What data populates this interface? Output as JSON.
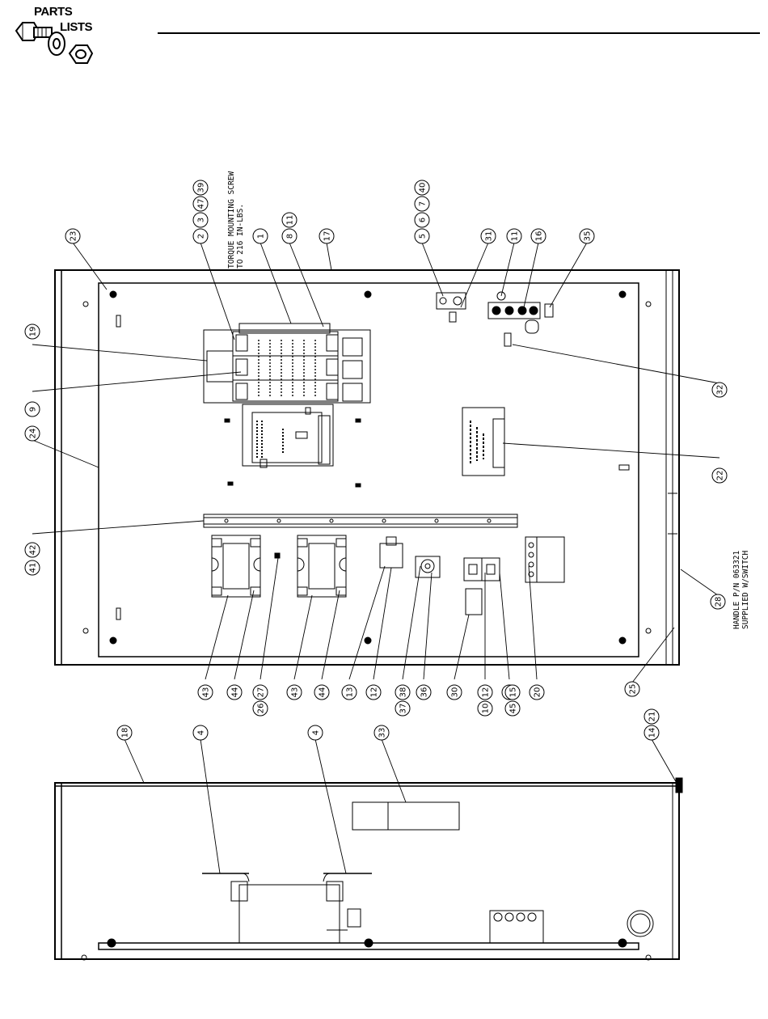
{
  "header": {
    "logo_line1": "PARTS",
    "logo_line2": "LISTS"
  },
  "notes": {
    "torque_line1": "TORQUE MOUNTING SCREW",
    "torque_line2": "TO 216 IN-LBS.",
    "handle_line1": "HANDLE P/N 063321",
    "handle_line2": "SUPPLIED W/SWITCH"
  },
  "callouts": [
    {
      "id": "c-2",
      "label": "2"
    },
    {
      "id": "c-3",
      "label": "3"
    },
    {
      "id": "c-47",
      "label": "47"
    },
    {
      "id": "c-39",
      "label": "39"
    },
    {
      "id": "c-1",
      "label": "1"
    },
    {
      "id": "c-8",
      "label": "8"
    },
    {
      "id": "c-11a",
      "label": "11"
    },
    {
      "id": "c-17",
      "label": "17"
    },
    {
      "id": "c-5",
      "label": "5"
    },
    {
      "id": "c-6",
      "label": "6"
    },
    {
      "id": "c-7",
      "label": "7"
    },
    {
      "id": "c-40",
      "label": "40"
    },
    {
      "id": "c-31",
      "label": "31"
    },
    {
      "id": "c-11b",
      "label": "11"
    },
    {
      "id": "c-16",
      "label": "16"
    },
    {
      "id": "c-35",
      "label": "35"
    },
    {
      "id": "c-23",
      "label": "23"
    },
    {
      "id": "c-19",
      "label": "19"
    },
    {
      "id": "c-9",
      "label": "9"
    },
    {
      "id": "c-24",
      "label": "24"
    },
    {
      "id": "c-41",
      "label": "41"
    },
    {
      "id": "c-42",
      "label": "42"
    },
    {
      "id": "c-32",
      "label": "32"
    },
    {
      "id": "c-22",
      "label": "22"
    },
    {
      "id": "c-28",
      "label": "28"
    },
    {
      "id": "c-25",
      "label": "25"
    },
    {
      "id": "c-43a",
      "label": "43"
    },
    {
      "id": "c-44a",
      "label": "44"
    },
    {
      "id": "c-26",
      "label": "26"
    },
    {
      "id": "c-27",
      "label": "27"
    },
    {
      "id": "c-43b",
      "label": "43"
    },
    {
      "id": "c-44b",
      "label": "44"
    },
    {
      "id": "c-13",
      "label": "13"
    },
    {
      "id": "c-12a",
      "label": "12"
    },
    {
      "id": "c-37",
      "label": "37"
    },
    {
      "id": "c-38",
      "label": "38"
    },
    {
      "id": "c-36",
      "label": "36"
    },
    {
      "id": "c-30",
      "label": "30"
    },
    {
      "id": "c-10",
      "label": "10"
    },
    {
      "id": "c-12b",
      "label": "12"
    },
    {
      "id": "c-29",
      "label": "29"
    },
    {
      "id": "c-15",
      "label": "15"
    },
    {
      "id": "c-45",
      "label": "45"
    },
    {
      "id": "c-20",
      "label": "20"
    },
    {
      "id": "c-18",
      "label": "18"
    },
    {
      "id": "c-4a",
      "label": "4"
    },
    {
      "id": "c-4b",
      "label": "4"
    },
    {
      "id": "c-33",
      "label": "33"
    },
    {
      "id": "c-14",
      "label": "14"
    },
    {
      "id": "c-21",
      "label": "21"
    }
  ]
}
